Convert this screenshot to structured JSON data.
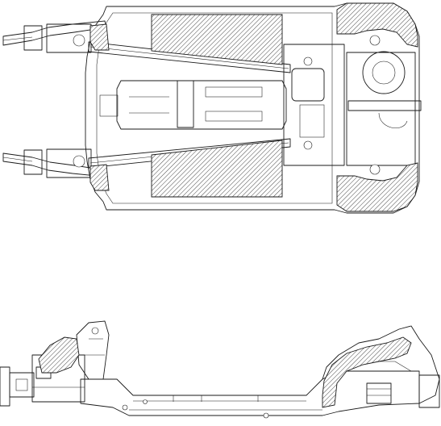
{
  "figure": {
    "views": [
      {
        "id": "underbody-plan-view",
        "hatched_regions": 6
      },
      {
        "id": "side-frame-view",
        "hatched_regions": 2
      }
    ],
    "colors": {
      "line": "#1a1a1a",
      "background": "#ffffff"
    }
  }
}
